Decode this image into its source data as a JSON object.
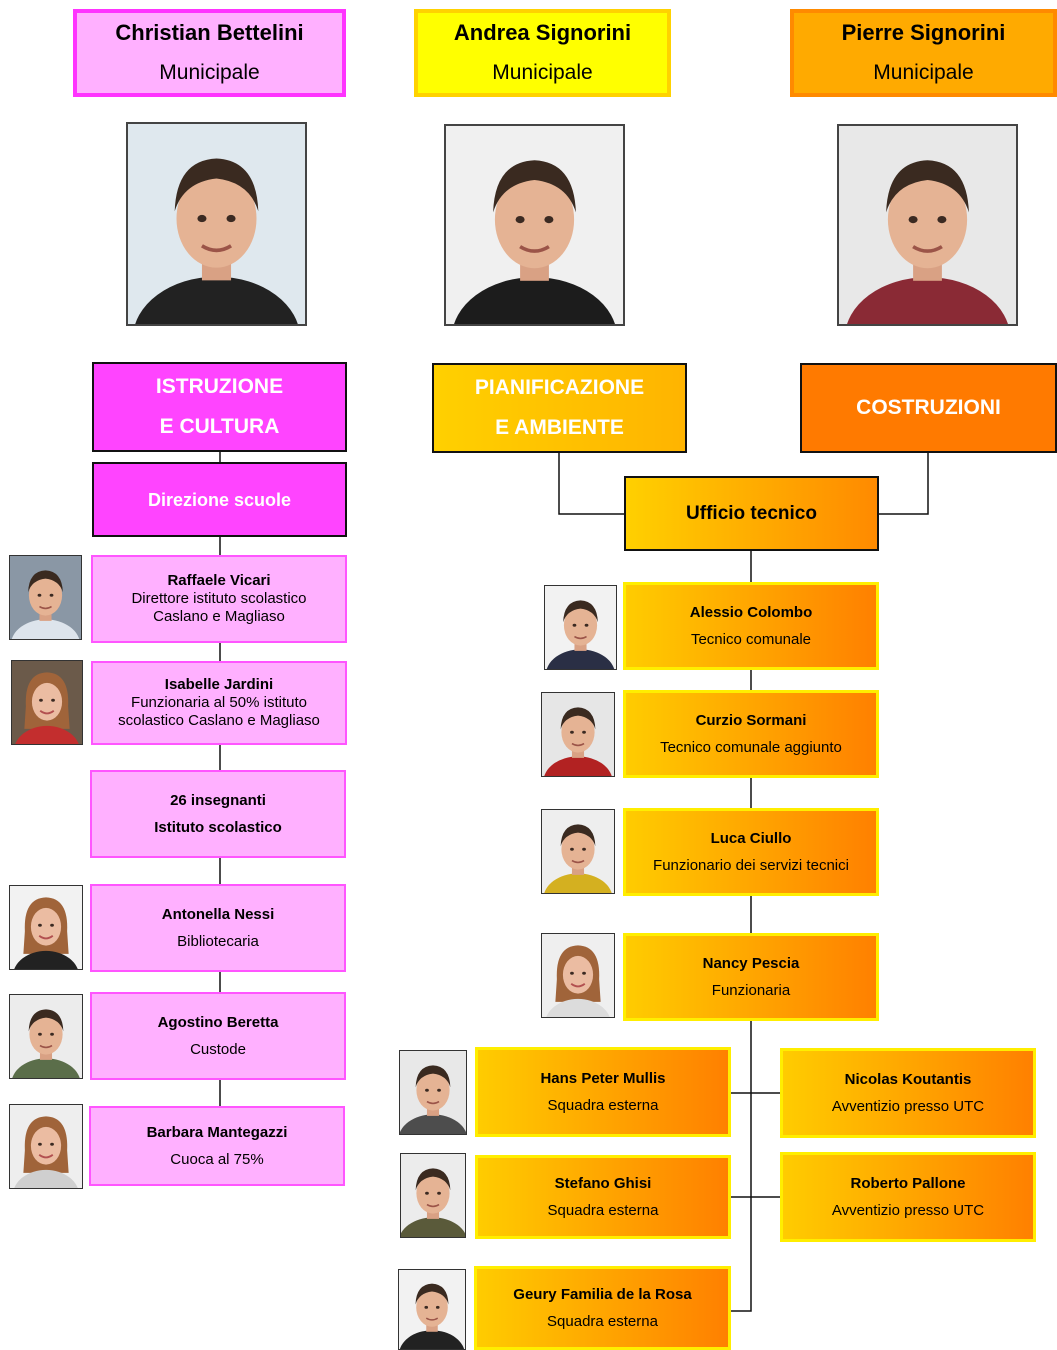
{
  "columns": [
    {
      "name": "Christian Bettelini",
      "role": "Municipale"
    },
    {
      "name": "Andrea Signorini",
      "role": "Municipale"
    },
    {
      "name": "Pierre Signorini",
      "role": "Municipale"
    }
  ],
  "departments": {
    "istruzione": [
      "ISTRUZIONE",
      "E CULTURA"
    ],
    "pianificazione": [
      "PIANIFICAZIONE",
      "E AMBIENTE"
    ],
    "costruzioni": "COSTRUZIONI",
    "direzione": "Direzione scuole",
    "ufficio": "Ufficio tecnico"
  },
  "school_staff": [
    {
      "name": "Raffaele Vicari",
      "lines": [
        "Direttore istituto scolastico",
        "Caslano e Magliaso"
      ]
    },
    {
      "name": "Isabelle Jardini",
      "lines": [
        "Funzionaria al 50%  istituto",
        "scolastico Caslano e Magliaso"
      ]
    },
    {
      "name": "26 insegnanti",
      "lines": [
        "Istituto scolastico"
      ]
    },
    {
      "name": "Antonella Nessi",
      "lines": [
        "Bibliotecaria"
      ]
    },
    {
      "name": "Agostino Beretta",
      "lines": [
        "Custode"
      ]
    },
    {
      "name": "Barbara Mantegazzi",
      "lines": [
        "Cuoca al 75%"
      ]
    }
  ],
  "tech_staff": [
    {
      "name": "Alessio Colombo",
      "role": "Tecnico comunale"
    },
    {
      "name": "Curzio Sormani",
      "role": "Tecnico comunale aggiunto"
    },
    {
      "name": "Luca Ciullo",
      "role": "Funzionario dei servizi tecnici"
    },
    {
      "name": "Nancy Pescia",
      "role": "Funzionaria"
    }
  ],
  "field_staff_left": [
    {
      "name": "Hans Peter Mullis",
      "role": "Squadra esterna"
    },
    {
      "name": "Stefano Ghisi",
      "role": "Squadra esterna"
    },
    {
      "name": "Geury Familia de la Rosa",
      "role": "Squadra esterna"
    }
  ],
  "field_staff_right": [
    {
      "name": "Nicolas Koutantis",
      "role": "Avventizio presso UTC"
    },
    {
      "name": "Roberto Pallone",
      "role": "Avventizio presso UTC"
    }
  ]
}
